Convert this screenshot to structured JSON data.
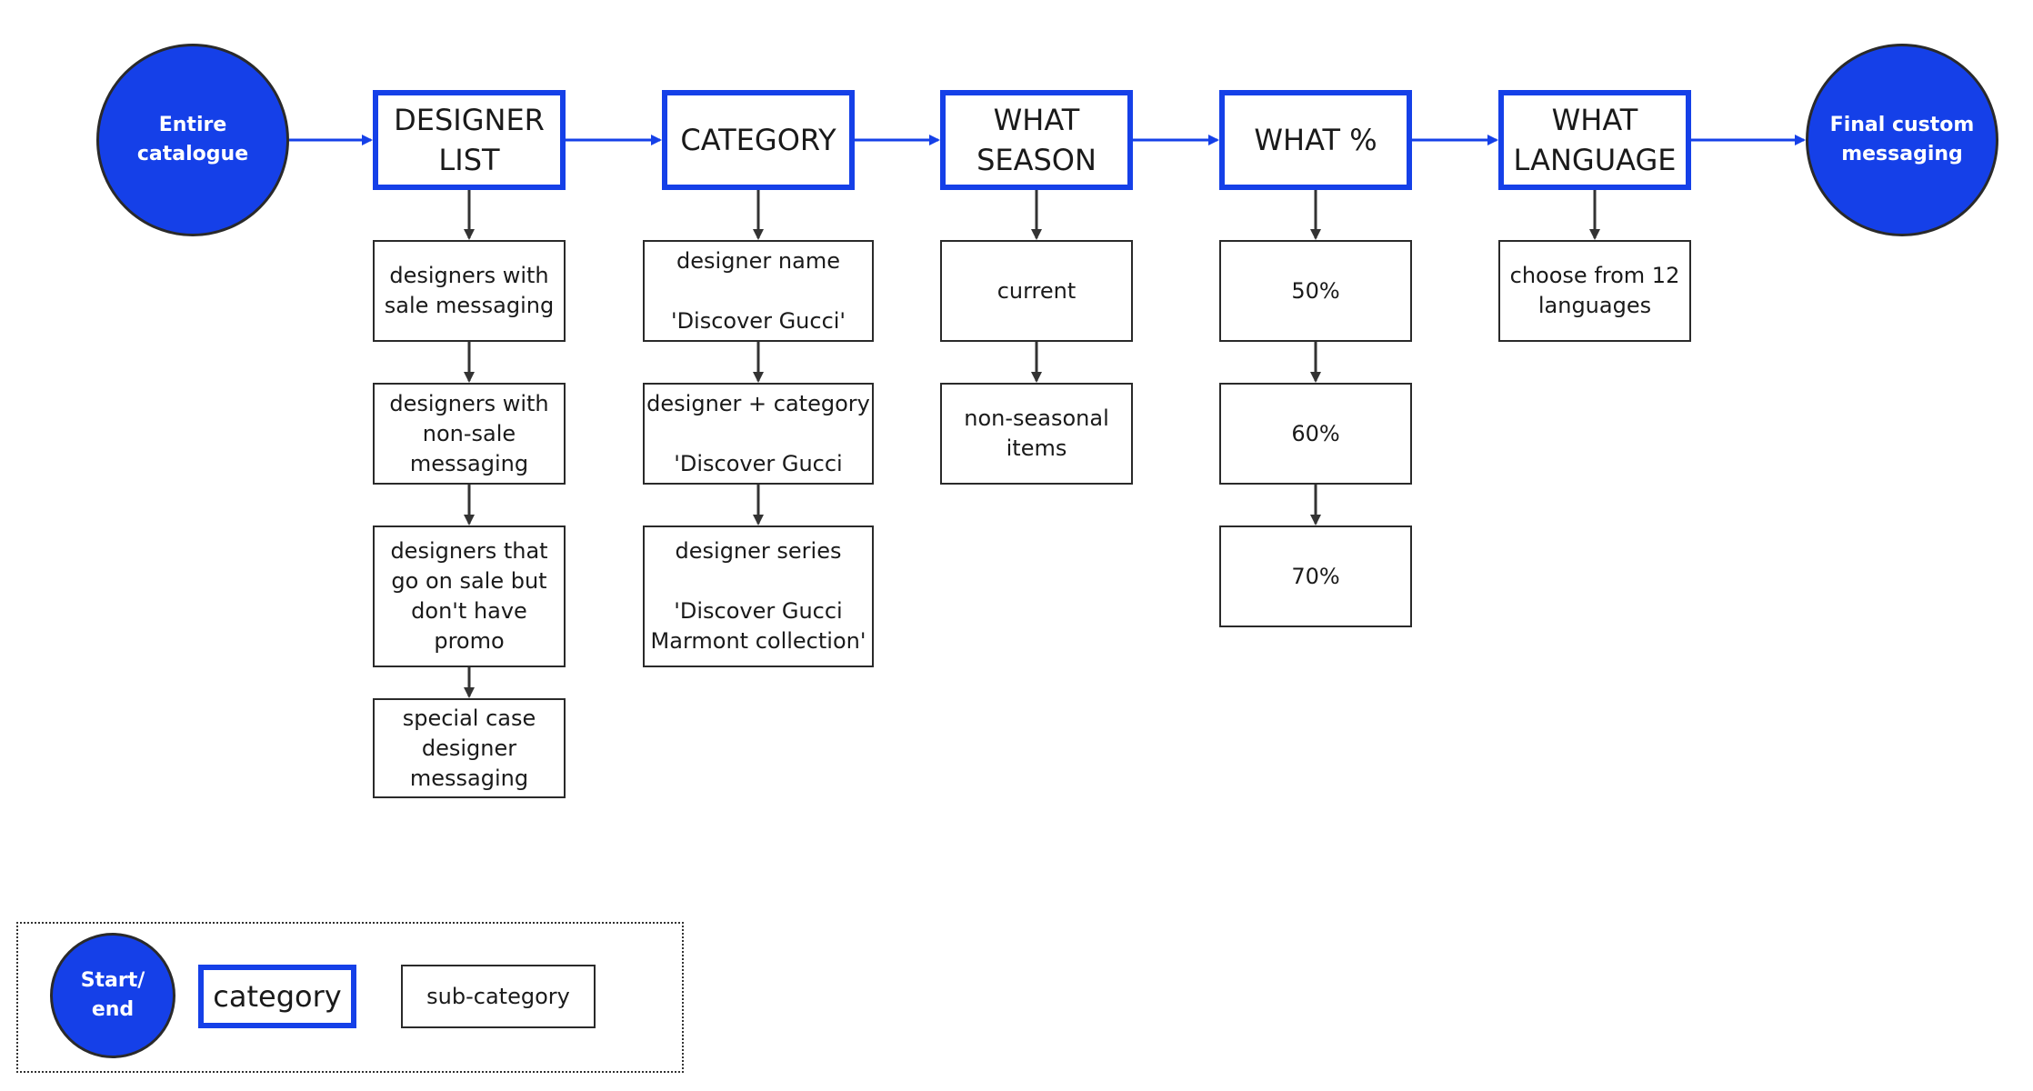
{
  "colors": {
    "accent": "#1540e8",
    "stroke": "#2a2a2a",
    "arrow": "#333333"
  },
  "start": {
    "label": "Entire\ncatalogue"
  },
  "end": {
    "label": "Final custom\nmessaging"
  },
  "categories": [
    {
      "label": "DESIGNER\nLIST",
      "subs": [
        "designers with\nsale messaging",
        "designers with\nnon-sale\nmessaging",
        "designers that\ngo on sale but\ndon't have\npromo",
        "special case\ndesigner\nmessaging"
      ]
    },
    {
      "label": "CATEGORY",
      "subs": [
        "designer name\n\n'Discover Gucci'",
        "designer + category\n\n'Discover Gucci",
        "designer series\n\n'Discover Gucci\nMarmont collection'"
      ]
    },
    {
      "label": "WHAT\nSEASON",
      "subs": [
        "current",
        "non-seasonal\nitems"
      ]
    },
    {
      "label": "WHAT %",
      "subs": [
        "50%",
        "60%",
        "70%"
      ]
    },
    {
      "label": "WHAT\nLANGUAGE",
      "subs": [
        "choose from 12\nlanguages"
      ]
    }
  ],
  "legend": {
    "start_end": "Start/\nend",
    "category": "category",
    "sub_category": "sub-category"
  }
}
